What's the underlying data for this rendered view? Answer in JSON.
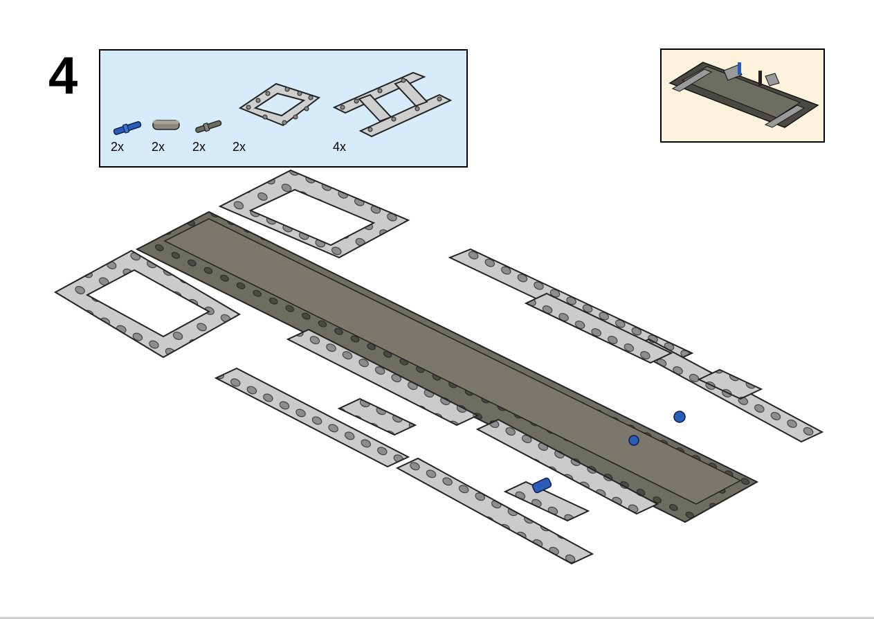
{
  "step": {
    "number": "4"
  },
  "parts_list": {
    "items": [
      {
        "qty": "2x",
        "part": "blue-axle-pin",
        "icon": "blue-pin-icon",
        "color": "#2a5db8"
      },
      {
        "qty": "2x",
        "part": "beam-3-dark-gray",
        "icon": "short-beam-icon",
        "color": "#7d7b6c"
      },
      {
        "qty": "2x",
        "part": "axle-pin-dark-gray",
        "icon": "gray-pin-icon",
        "color": "#6b6b60"
      },
      {
        "qty": "2x",
        "part": "open-frame-5x7",
        "icon": "open-frame-icon",
        "color": "#c8c8c8"
      },
      {
        "qty": "4x",
        "part": "h-frame",
        "icon": "h-frame-icon",
        "color": "#c8c8c8"
      }
    ]
  },
  "colors": {
    "parts_box_bg": "#d6ecfb",
    "preview_box_bg": "#fdf3dc",
    "light_gray": "#c8c8c8",
    "dark_gray": "#6e6d62",
    "blue": "#2a5db8"
  }
}
